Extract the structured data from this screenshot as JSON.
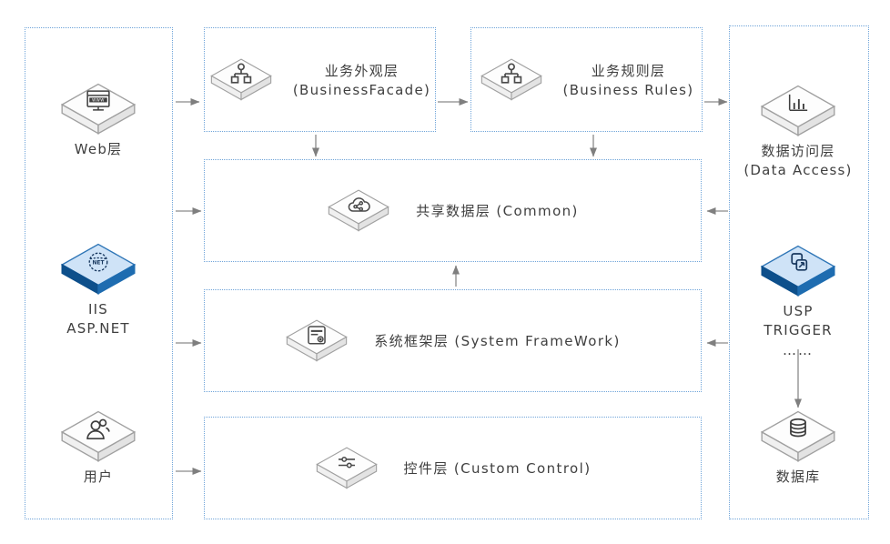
{
  "colors": {
    "dotted_border": "#6fa4d9",
    "arrow": "#7f7f7f",
    "text": "#3f3f3f",
    "tile_top": "#fdfdfd",
    "tile_side_left": "#f0f0f0",
    "tile_side_right": "#e3e3e3",
    "tile_stroke": "#a0a0a0",
    "blue_tile_top": "#cfe3f7",
    "blue_tile_side_left": "#0d4f8b",
    "blue_tile_side_right": "#1e6cb0",
    "blue_tile_stroke": "#2e75b6",
    "icon_stroke": "#4a4a4a",
    "blue_icon": "#17375e"
  },
  "left_group": {
    "web": {
      "label": "Web层",
      "icon": "browser-icon"
    },
    "iis": {
      "line1": "IIS",
      "line2": "ASP.NET",
      "icon": "dotnet-globe-icon"
    },
    "user": {
      "label": "用户",
      "icon": "user-icon"
    }
  },
  "top_boxes": {
    "facade": {
      "title_zh": "业务外观层",
      "title_en": "(BusinessFacade)",
      "icon": "org-chart-icon"
    },
    "rules": {
      "title_zh": "业务规则层",
      "title_en": "(Business Rules)",
      "icon": "org-chart-icon"
    }
  },
  "layer_boxes": {
    "common": {
      "label": "共享数据层 (Common)",
      "icon": "cloud-share-icon"
    },
    "framework": {
      "label": "系统框架层 (System FrameWork)",
      "icon": "form-card-icon"
    },
    "control": {
      "label": "控件层 (Custom Control)",
      "icon": "sliders-icon"
    }
  },
  "right_group": {
    "data_access": {
      "line1": "数据访问层",
      "line2": "(Data Access)",
      "icon": "bar-chart-icon"
    },
    "usp": {
      "line1": "USP",
      "line2": "TRIGGER",
      "line3": "……",
      "icon": "swap-icon"
    },
    "database": {
      "label": "数据库",
      "icon": "database-icon"
    }
  }
}
